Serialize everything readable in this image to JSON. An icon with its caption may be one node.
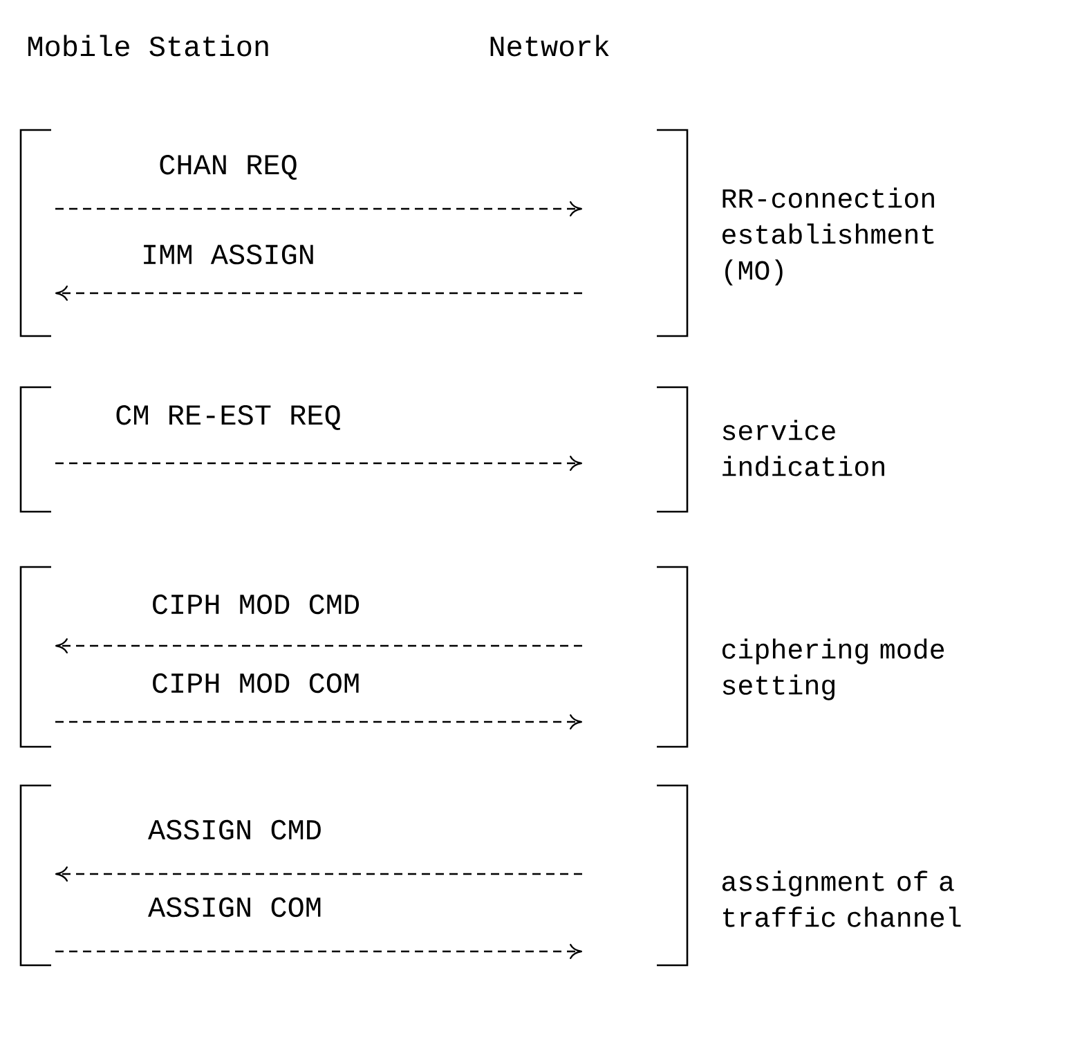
{
  "diagram": {
    "nodes": [
      {
        "text": [
          "Mobile Station"
        ]
      },
      {
        "text": [
          "Network"
        ]
      },
      {
        "text": [
          "RR-connection establishment (MO)"
        ]
      },
      {
        "text": [
          "service indication"
        ]
      },
      {
        "text": [
          "ciphering mode setting"
        ]
      },
      {
        "text": [
          "assignment of a traffic channel"
        ]
      }
    ],
    "labels": [
      "CHAN REQ",
      "IMM ASSIGN",
      "CM RE-EST REQ",
      "CIPH MOD CMD",
      "CIPH MOD COM",
      "ASSIGN CMD",
      "ASSIGN COM"
    ]
  }
}
